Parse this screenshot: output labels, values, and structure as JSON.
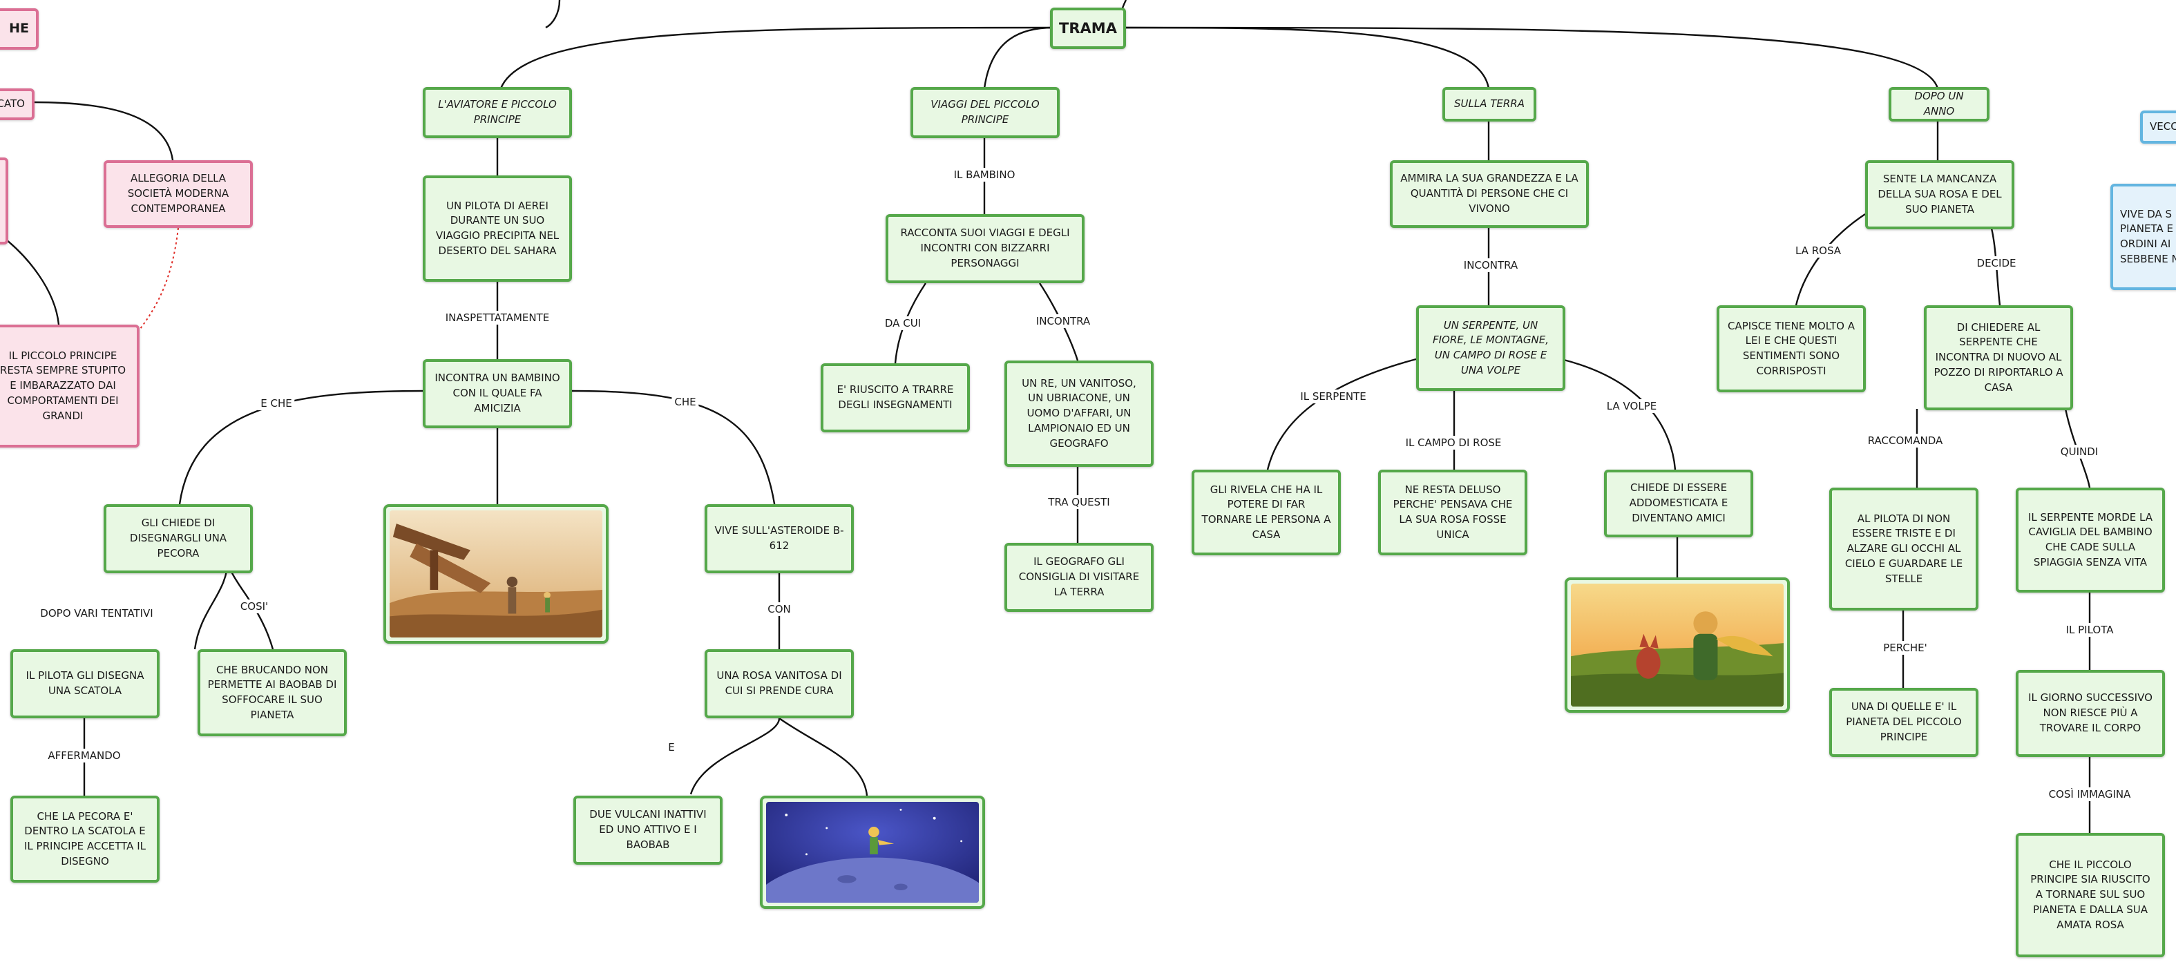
{
  "map": {
    "root": "TRAMA",
    "branches": {
      "aviatore": "L'AVIATORE E PICCOLO PRINCIPE",
      "viaggi": "VIAGGI DEL PICCOLO PRINCIPE",
      "terra": "SULLA TERRA",
      "anno": "DOPO UN ANNO"
    },
    "nodes": {
      "pilota": "UN PILOTA DI AEREI DURANTE UN SUO VIAGGIO PRECIPITA NEL DESERTO DEL SAHARA",
      "incontra_bambino": "INCONTRA UN BAMBINO CON IL QUALE FA AMICIZIA",
      "pecora": "GLI CHIEDE DI DISEGNARGLI UNA PECORA",
      "scatola": "IL PILOTA GLI DISEGNA UNA SCATOLA",
      "pecora_dentro": "CHE LA PECORA E' DENTRO LA SCATOLA E IL PRINCIPE ACCETTA IL DISEGNO",
      "baobab": "CHE BRUCANDO NON PERMETTE AI BAOBAB DI SOFFOCARE IL SUO PIANETA",
      "asteroide": "VIVE SULL'ASTEROIDE B-612",
      "rosa": "UNA ROSA VANITOSA DI CUI SI PRENDE CURA",
      "vulcani": "DUE VULCANI INATTIVI ED UNO ATTIVO E I BAOBAB",
      "racconta": "RACCONTA SUOI VIAGGI E DEGLI INCONTRI CON BIZZARRI PERSONAGGI",
      "insegnamenti": "E' RIUSCITO A TRARRE DEGLI INSEGNAMENTI",
      "re": "UN RE, UN VANITOSO, UN UBRIACONE, UN UOMO D'AFFARI, UN LAMPIONAIO ED UN GEOGRAFO",
      "geografo": "IL GEOGRAFO GLI CONSIGLIA DI VISITARE LA TERRA",
      "ammira": "AMMIRA LA SUA GRANDEZZA E LA QUANTITÀ DI PERSONE CHE CI VIVONO",
      "serpente_fiore": "UN SERPENTE, UN FIORE, LE MONTAGNE, UN CAMPO DI ROSE E UNA VOLPE",
      "rivela": "GLI RIVELA CHE HA IL POTERE DI FAR TORNARE LE PERSONA A CASA",
      "deluso": "NE RESTA DELUSO PERCHE' PENSAVA CHE LA SUA ROSA FOSSE UNICA",
      "amici": "CHIEDE DI ESSERE ADDOMESTICATA E DIVENTANO AMICI",
      "mancanza": "SENTE LA MANCANZA DELLA SUA ROSA E DEL SUO PIANETA",
      "capisce": "CAPISCE TIENE MOLTO A LEI E CHE QUESTI SENTIMENTI SONO CORRISPOSTI",
      "chiedere": "DI CHIEDERE AL SERPENTE CHE INCONTRA DI NUOVO AL POZZO DI RIPORTARLO A CASA",
      "triste": "AL PILOTA DI NON ESSERE TRISTE E DI ALZARE GLI OCCHI AL CIELO E GUARDARE LE STELLE",
      "una_di_quelle": "UNA DI QUELLE E' IL PIANETA DEL PICCOLO PRINCIPE",
      "morde": "IL SERPENTE MORDE LA CAVIGLIA DEL BAMBINO CHE CADE SULLA SPIAGGIA SENZA VITA",
      "giorno": "IL GIORNO SUCCESSIVO NON RIESCE PIÙ A TROVARE IL CORPO",
      "tornare": "CHE IL PICCOLO PRINCIPE SIA RIUSCITO A TORNARE SUL SUO PIANETA E DALLA SUA AMATA ROSA"
    },
    "side_left": {
      "tab_top": "HE",
      "tab_mid": "CATO",
      "allegoria": "ALLEGORIA DELLA SOCIETÀ MODERNA CONTEMPORANEA",
      "stupito": "IL PICCOLO PRINCIPE RESTA SEMPRE STUPITO E IMBARAZZATO DAI COMPORTAMENTI DEI GRANDI"
    },
    "side_right": {
      "tab": "VECC",
      "vive": "VIVE DA S PIANETA E ORDINI AI SEBBENE N"
    },
    "labels": {
      "inaspettatamente": "INASPETTATAMENTE",
      "e_che": "E CHE",
      "che": "CHE",
      "dopo_vari": "DOPO VARI TENTATIVI",
      "cosi": "COSI'",
      "affermando": "AFFERMANDO",
      "con": "CON",
      "e": "E",
      "il_bambino": "IL BAMBINO",
      "da_cui": "DA CUI",
      "incontra1": "INCONTRA",
      "tra_questi": "TRA QUESTI",
      "incontra2": "INCONTRA",
      "il_serpente": "IL SERPENTE",
      "il_campo": "IL CAMPO DI ROSE",
      "la_volpe": "LA VOLPE",
      "la_rosa": "LA ROSA",
      "decide": "DECIDE",
      "raccomanda": "RACCOMANDA",
      "perche": "PERCHE'",
      "quindi": "QUINDI",
      "il_pilota": "IL PILOTA",
      "cosi_immagina": "COSÌ IMMAGINA"
    },
    "images": {
      "desert": "desert-plane-image",
      "asteroid": "asteroid-prince-image",
      "fox": "prince-fox-image"
    },
    "colors": {
      "green_border": "#55a84a",
      "green_fill": "#e8f8e3",
      "pink_border": "#db6f94",
      "pink_fill": "#fbe3ea",
      "blue_border": "#63b5e0",
      "blue_fill": "#e4f2fb",
      "dotted_link": "#e0302a"
    }
  }
}
